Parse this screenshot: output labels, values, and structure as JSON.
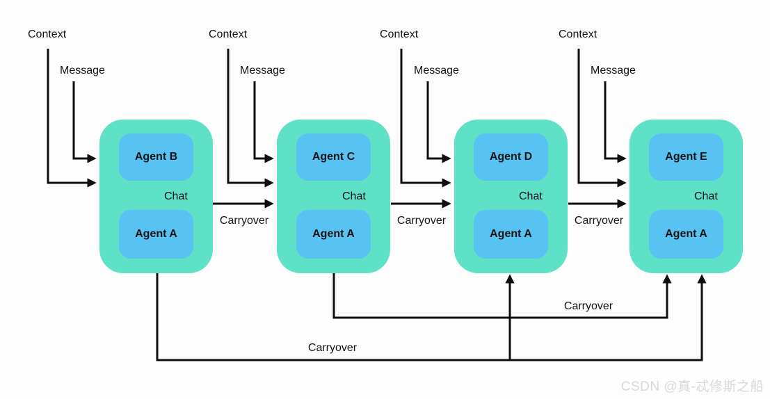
{
  "diagram": {
    "labels": {
      "context": "Context",
      "message": "Message",
      "chat": "Chat",
      "carryover": "Carryover"
    },
    "groups": [
      {
        "top_agent": "Agent B",
        "bottom_agent": "Agent A"
      },
      {
        "top_agent": "Agent C",
        "bottom_agent": "Agent A"
      },
      {
        "top_agent": "Agent D",
        "bottom_agent": "Agent A"
      },
      {
        "top_agent": "Agent E",
        "bottom_agent": "Agent A"
      }
    ],
    "colors": {
      "container_teal": "#5fe1c8",
      "agent_blue": "#58c3f2",
      "arrow_black": "#0f0f0f",
      "background": "#fdfdfd",
      "watermark_gray": "#d8d8d8"
    },
    "watermark": "CSDN @真-忒修斯之船"
  }
}
